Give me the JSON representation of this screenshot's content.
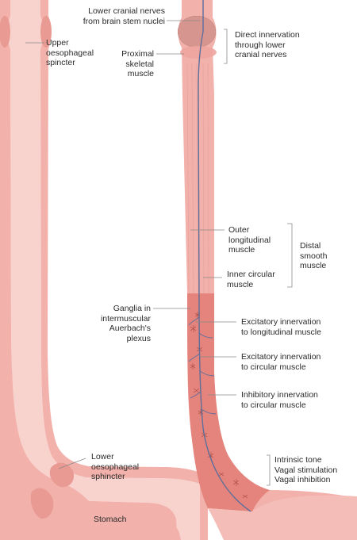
{
  "labels": {
    "upper_sphincter": "Upper\noesophageal\nspincter",
    "lower_sphincter": "Lower\noesophageal\nsphincter",
    "stomach": "Stomach",
    "cranial_nerves": "Lower cranial nerves\nfrom brain stem nuclei",
    "proximal_skeletal": "Proximal\nskeletal\nmuscle",
    "direct_innervation": "Direct innervation\nthrough lower\ncranial nerves",
    "outer_longitudinal": "Outer\nlongitudinal\nmuscle",
    "inner_circular": "Inner circular\nmuscle",
    "distal_smooth": "Distal\nsmooth\nmuscle",
    "ganglia": "Ganglia in\nintermuscular\nAuerbach's\nplexus",
    "excitatory_longitudinal": "Excitatory innervation\nto longitudinal muscle",
    "excitatory_circular": "Excitatory innervation\nto circular muscle",
    "inhibitory_circular": "Inhibitory innervation\nto circular muscle",
    "vagal_control": "Intrinsic tone\nVagal stimulation\nVagal inhibition"
  },
  "colors": {
    "outer_tissue": "#f2b1ab",
    "lumen": "#f8d2cd",
    "smooth_muscle_zone": "#e4847d",
    "sphincter": "#e99a93",
    "nerve": "#5d6f9a",
    "leader_line": "#8a8a8a",
    "text": "#2b2b2b"
  }
}
